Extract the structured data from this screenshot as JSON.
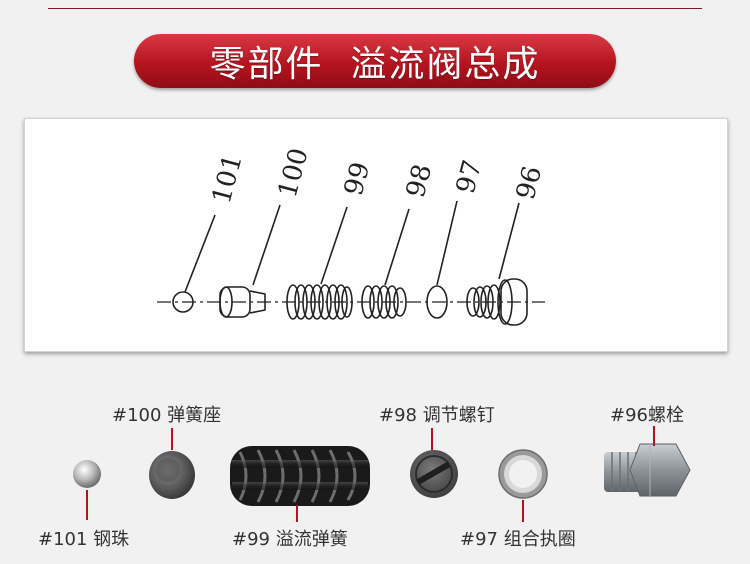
{
  "banner": {
    "title": "零部件  溢流阀总成"
  },
  "diagram": {
    "callouts": [
      "101",
      "100",
      "99",
      "98",
      "97",
      "96"
    ]
  },
  "parts": [
    {
      "label": "#101 钢珠"
    },
    {
      "label": "#100 弹簧座"
    },
    {
      "label": "#99 溢流弹簧"
    },
    {
      "label": "#98 调节螺钉"
    },
    {
      "label": "#97 组合执圈"
    },
    {
      "label": "#96螺栓"
    }
  ],
  "colors": {
    "accent": "#b5141f",
    "text": "#333333"
  }
}
